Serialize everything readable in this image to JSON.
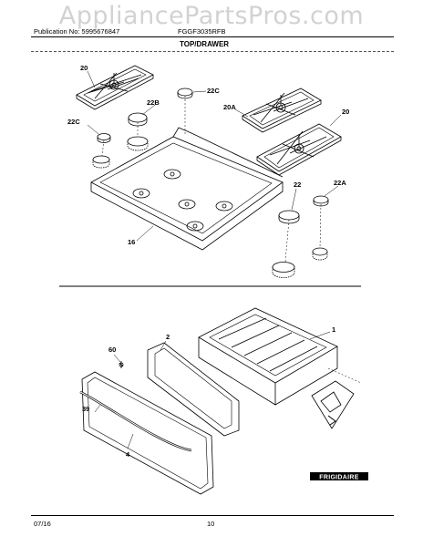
{
  "watermark": "AppliancePartsPros.com",
  "header": {
    "publication": "Publication No: 5995676847",
    "model": "FGGF3035RFB",
    "section_title": "TOP/DRAWER"
  },
  "callouts": {
    "grate_left": "20",
    "grate_right": "20",
    "grate_right_inner": "20A",
    "cap_small_top": "22C",
    "cap_medium_top": "22B",
    "cap_small_left": "22C",
    "cap_right_small": "22A",
    "cap_right_large": "22",
    "cooktop": "16",
    "drawer_box": "1",
    "drawer_liner": "2",
    "screw": "60",
    "handle": "39",
    "drawer_front": "4"
  },
  "logo": "FRIGIDAIRE",
  "footer": {
    "date": "07/16",
    "page": "10"
  }
}
